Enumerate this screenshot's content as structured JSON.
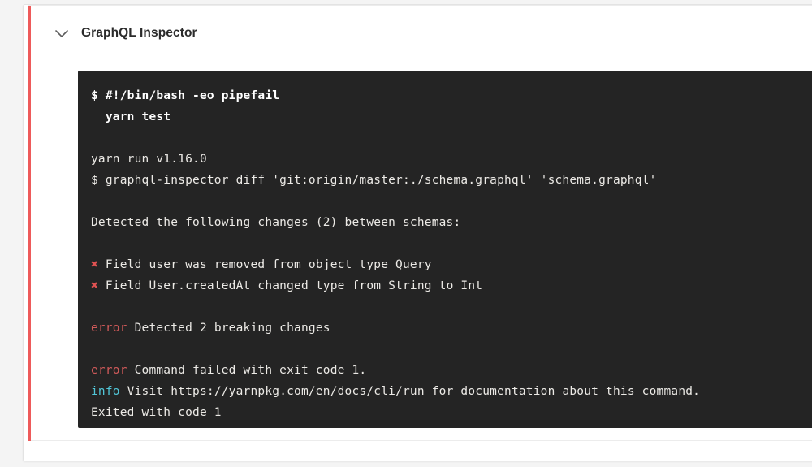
{
  "step": {
    "title": "GraphQL Inspector",
    "status_color": "#ee5a5a",
    "collapse_icon": "chevron-down-icon"
  },
  "terminal": {
    "background_color": "#242424",
    "text_color": "#eceae6",
    "error_color": "#d05a5a",
    "info_color": "#51c6d8",
    "cross_color": "#e05252",
    "lines": [
      {
        "id": "l1",
        "type": "command",
        "text": "$ #!/bin/bash -eo pipefail"
      },
      {
        "id": "l2",
        "type": "command",
        "text": "  yarn test"
      },
      {
        "id": "l3",
        "type": "blank",
        "text": " "
      },
      {
        "id": "l4",
        "type": "plain",
        "text": "yarn run v1.16.0"
      },
      {
        "id": "l5",
        "type": "plain",
        "text": "$ graphql-inspector diff 'git:origin/master:./schema.graphql' 'schema.graphql'"
      },
      {
        "id": "l6",
        "type": "blank",
        "text": " "
      },
      {
        "id": "l7",
        "type": "plain",
        "text": "Detected the following changes (2) between schemas:"
      },
      {
        "id": "l8",
        "type": "blank",
        "text": " "
      },
      {
        "id": "l9",
        "type": "cross",
        "marker": "✖",
        "text": " Field user was removed from object type Query"
      },
      {
        "id": "l10",
        "type": "cross",
        "marker": "✖",
        "text": " Field User.createdAt changed type from String to Int"
      },
      {
        "id": "l11",
        "type": "blank",
        "text": " "
      },
      {
        "id": "l12",
        "type": "tagged",
        "tag": "error",
        "tag_kind": "error",
        "text": " Detected 2 breaking changes"
      },
      {
        "id": "l13",
        "type": "blank",
        "text": " "
      },
      {
        "id": "l14",
        "type": "tagged",
        "tag": "error",
        "tag_kind": "error",
        "text": " Command failed with exit code 1."
      },
      {
        "id": "l15",
        "type": "tagged",
        "tag": "info",
        "tag_kind": "info",
        "text": " Visit https://yarnpkg.com/en/docs/cli/run for documentation about this command."
      },
      {
        "id": "l16",
        "type": "plain",
        "text": "Exited with code 1"
      }
    ]
  }
}
